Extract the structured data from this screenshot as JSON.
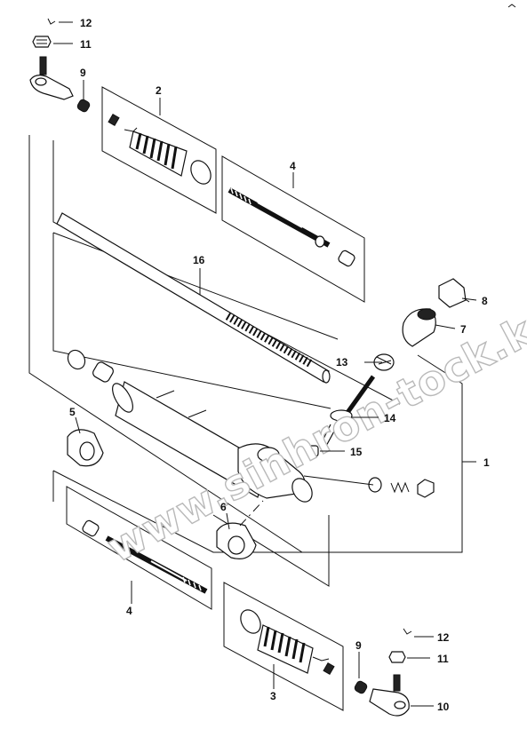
{
  "diagram": {
    "watermark": "www.sinhron-tock.kz",
    "callouts": [
      {
        "key": "c12a",
        "text": "12"
      },
      {
        "key": "c11a",
        "text": "11"
      },
      {
        "key": "c9a",
        "text": "9"
      },
      {
        "key": "c2",
        "text": "2"
      },
      {
        "key": "c4a",
        "text": "4"
      },
      {
        "key": "c16",
        "text": "16"
      },
      {
        "key": "c8",
        "text": "8"
      },
      {
        "key": "c7",
        "text": "7"
      },
      {
        "key": "c13",
        "text": "13"
      },
      {
        "key": "c1",
        "text": "1"
      },
      {
        "key": "c5",
        "text": "5"
      },
      {
        "key": "c14",
        "text": "14"
      },
      {
        "key": "c15",
        "text": "15"
      },
      {
        "key": "c6",
        "text": "6"
      },
      {
        "key": "c4b",
        "text": "4"
      },
      {
        "key": "c12b",
        "text": "12"
      },
      {
        "key": "c9b",
        "text": "9"
      },
      {
        "key": "c11b",
        "text": "11"
      },
      {
        "key": "c3",
        "text": "3"
      },
      {
        "key": "c10",
        "text": "10"
      }
    ]
  }
}
